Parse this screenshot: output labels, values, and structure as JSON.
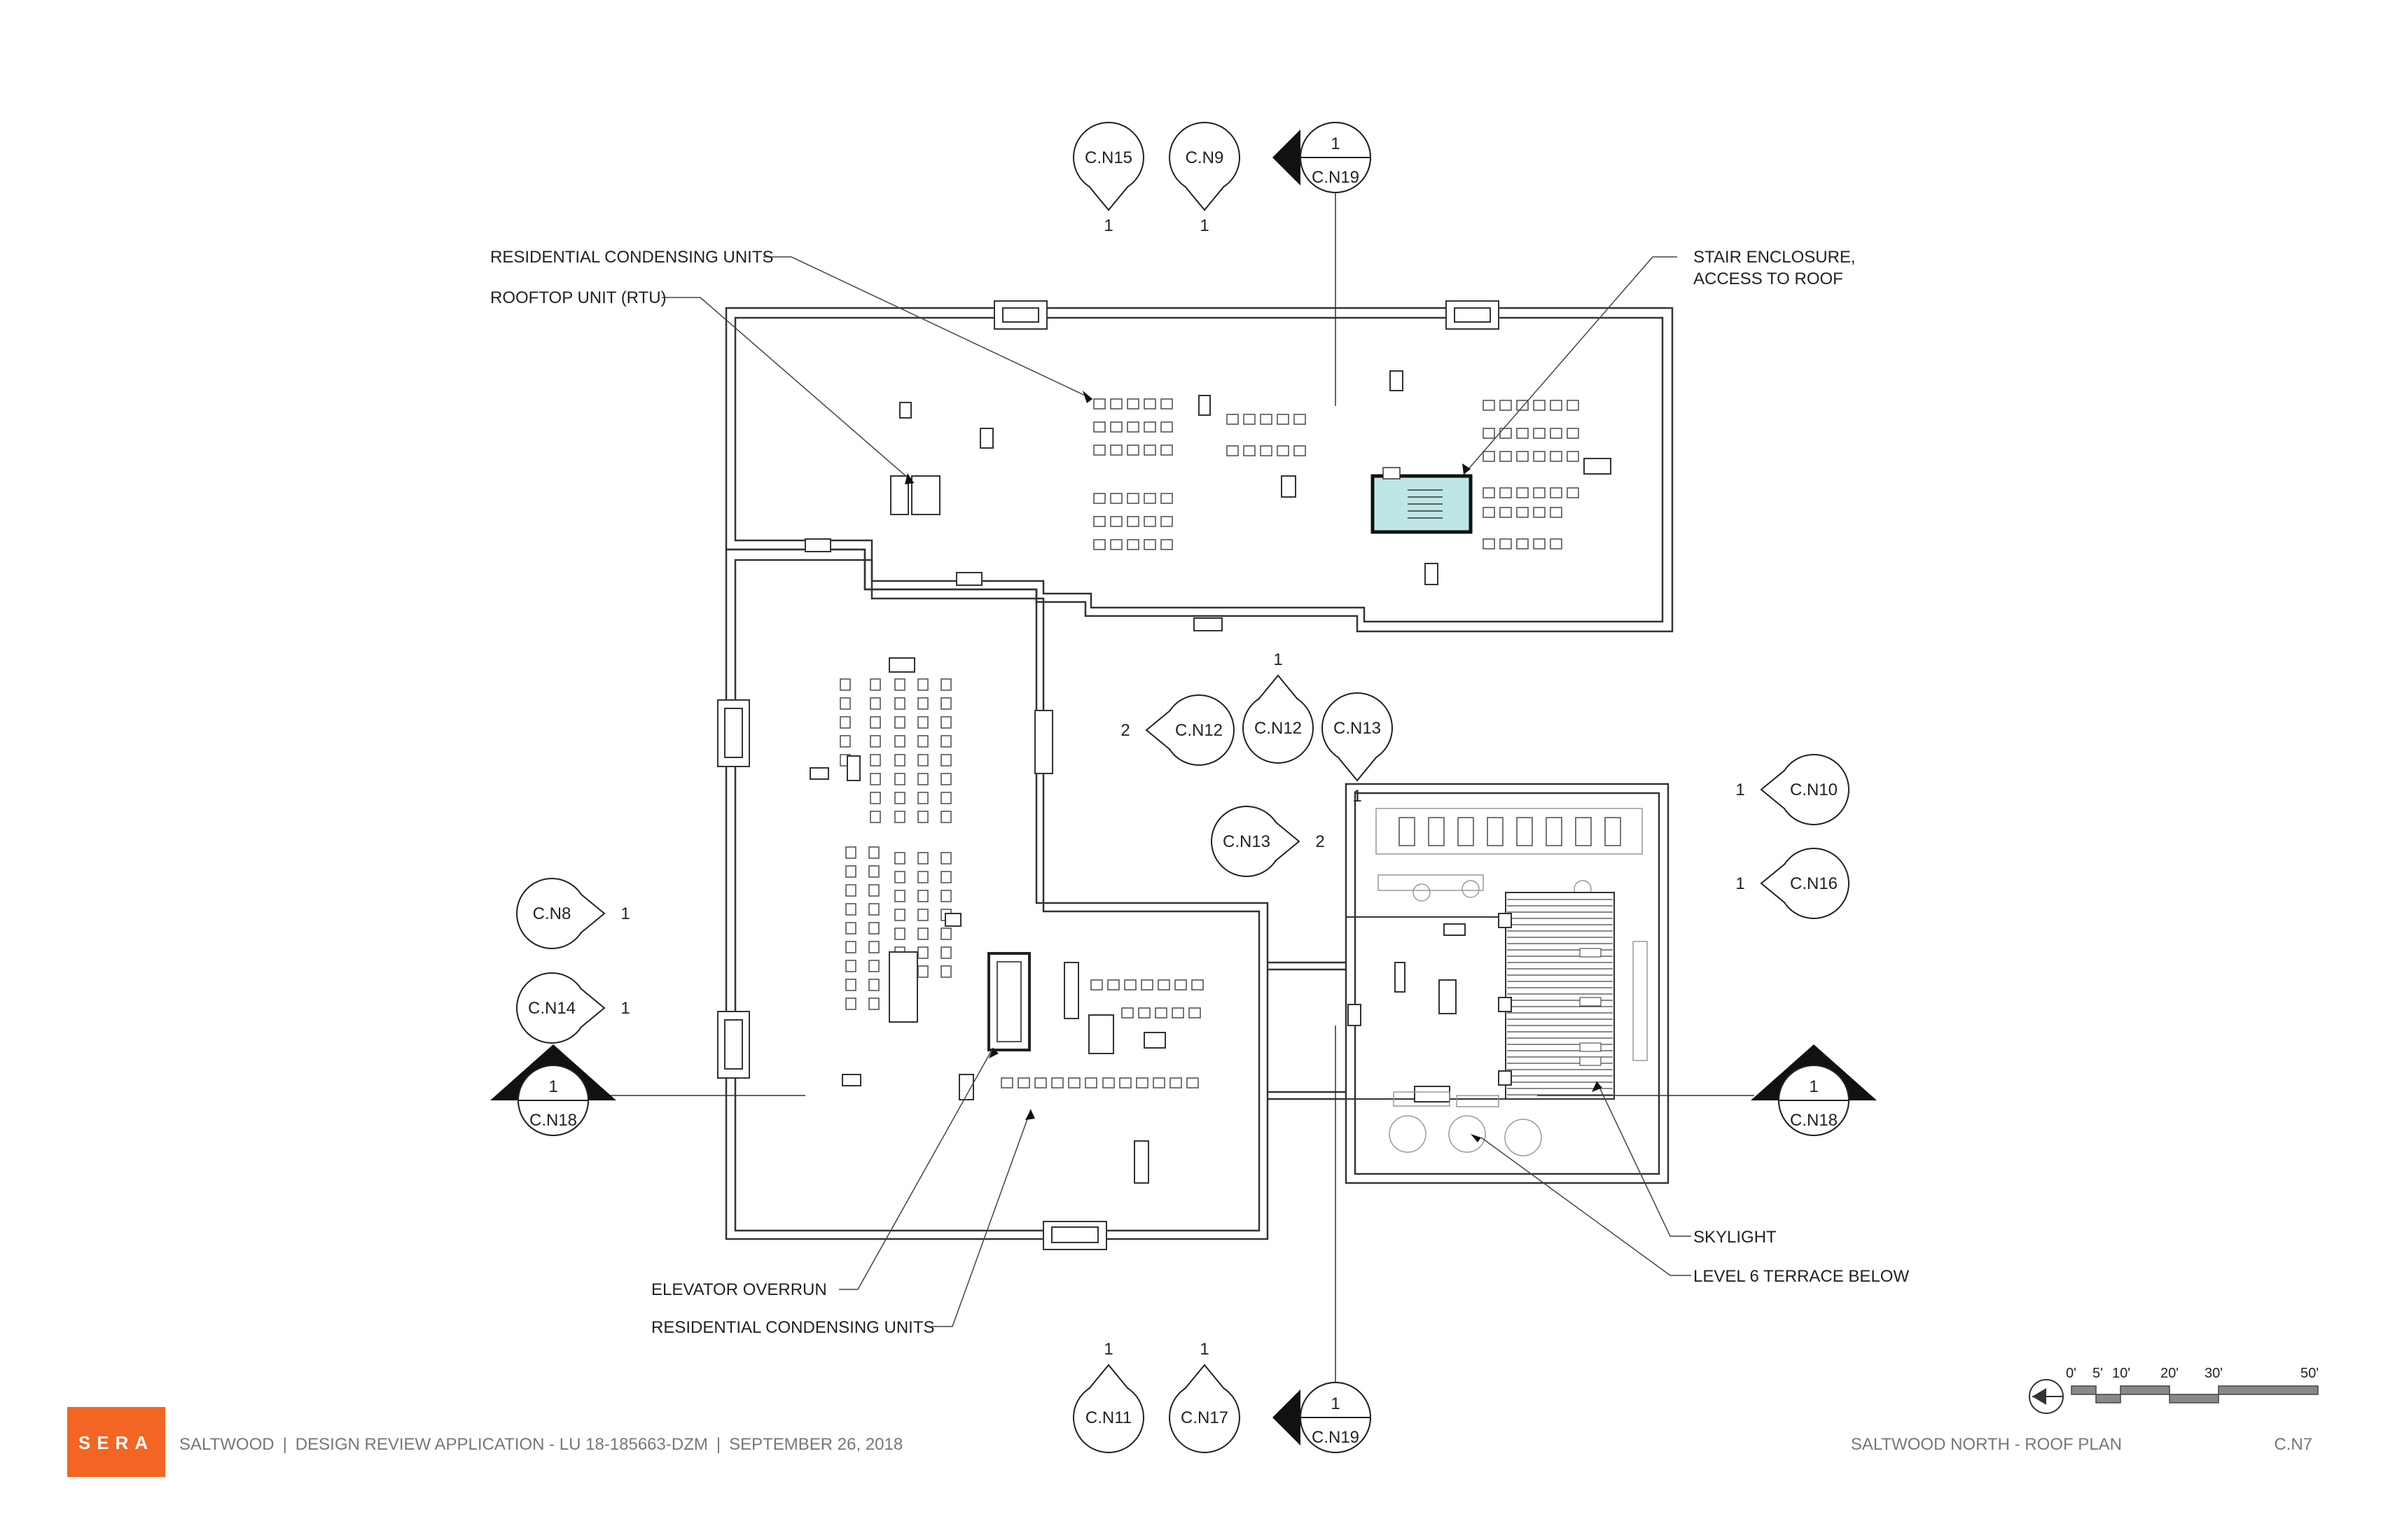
{
  "callouts": {
    "res_condensing_top": "RESIDENTIAL CONDENSING UNITS",
    "rtu": "ROOFTOP UNIT (RTU)",
    "stair_line1": "STAIR ENCLOSURE,",
    "stair_line2": "ACCESS TO ROOF",
    "elevator": "ELEVATOR OVERRUN",
    "res_condensing_bottom": "RESIDENTIAL CONDENSING UNITS",
    "skylight": "SKYLIGHT",
    "terrace": "LEVEL 6 TERRACE BELOW"
  },
  "tags": {
    "cn15": {
      "sheet": "C.N15",
      "num": "1"
    },
    "cn9": {
      "sheet": "C.N9",
      "num": "1"
    },
    "cn19_top": {
      "sheet": "C.N19",
      "num": "1"
    },
    "cn12_a": {
      "sheet": "C.N12",
      "num": "2"
    },
    "cn12_b": {
      "sheet": "C.N12",
      "num": "1"
    },
    "cn13_a": {
      "sheet": "C.N13",
      "num": "1"
    },
    "cn13_b": {
      "sheet": "C.N13",
      "num": "2"
    },
    "cn10": {
      "sheet": "C.N10",
      "num": "1"
    },
    "cn16": {
      "sheet": "C.N16",
      "num": "1"
    },
    "cn8": {
      "sheet": "C.N8",
      "num": "1"
    },
    "cn14": {
      "sheet": "C.N14",
      "num": "1"
    },
    "cn18_left": {
      "sheet": "C.N18",
      "num": "1"
    },
    "cn18_right": {
      "sheet": "C.N18",
      "num": "1"
    },
    "cn11": {
      "sheet": "C.N11",
      "num": "1"
    },
    "cn17": {
      "sheet": "C.N17",
      "num": "1"
    },
    "cn19_bottom": {
      "sheet": "C.N19",
      "num": "1"
    }
  },
  "scale": {
    "labels": [
      "0'",
      "5'",
      "10'",
      "20'",
      "30'",
      "50'"
    ]
  },
  "footer": {
    "logo": "SERA",
    "project": "SALTWOOD",
    "application": "DESIGN REVIEW APPLICATION - LU 18-185663-DZM",
    "date": "SEPTEMBER 26, 2018",
    "sheet_title": "SALTWOOD NORTH - ROOF PLAN",
    "sheet_number": "C.N7"
  },
  "colors": {
    "logo": "#f26522",
    "stair_glass": "#bfe6e6",
    "line": "#333333",
    "text": "#222222"
  }
}
